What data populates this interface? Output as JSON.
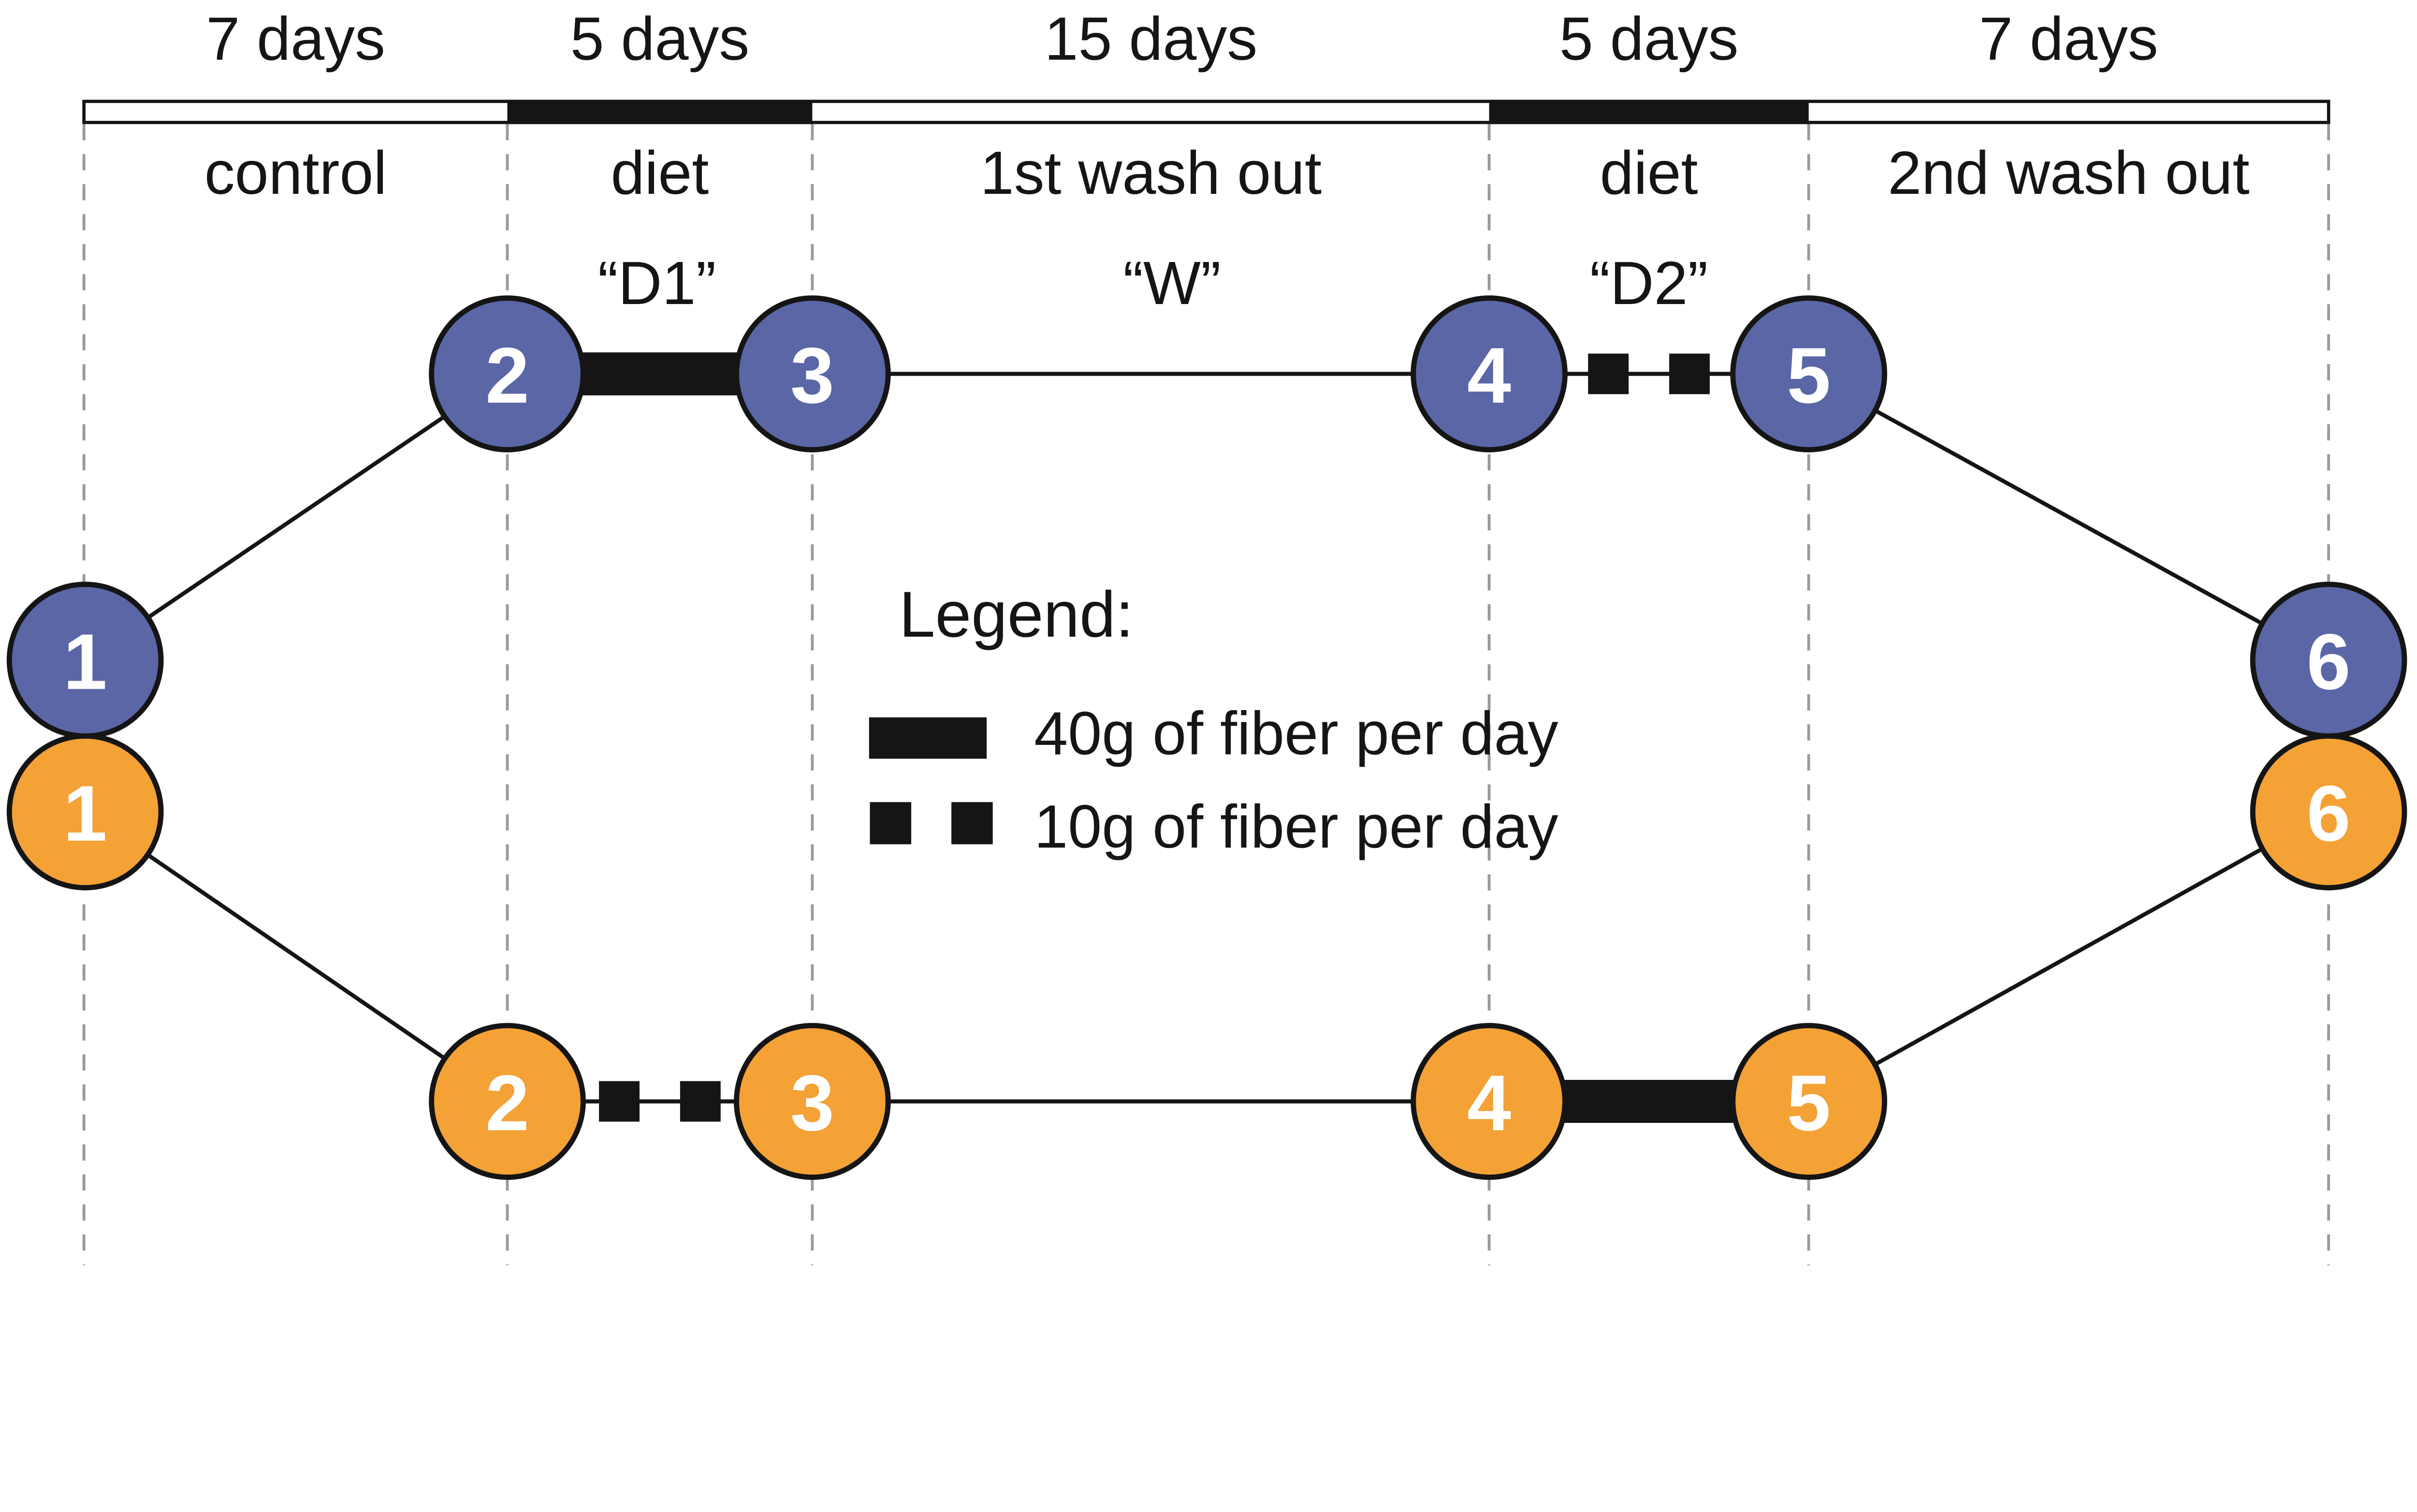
{
  "figure": {
    "type": "crossover-study-design-diagram",
    "description": "Two-arm crossover diet study timeline with numbered visits"
  },
  "timeline": {
    "segments": [
      {
        "duration": "7 days",
        "phase": "control",
        "bar_style": "open"
      },
      {
        "duration": "5 days",
        "phase": "diet",
        "bar_style": "filled"
      },
      {
        "duration": "15 days",
        "phase": "1st wash out",
        "bar_style": "open"
      },
      {
        "duration": "5 days",
        "phase": "diet",
        "bar_style": "filled"
      },
      {
        "duration": "7 days",
        "phase": "2nd wash out",
        "bar_style": "open"
      }
    ]
  },
  "conditions": {
    "d1": "“D1”",
    "w": "“W”",
    "d2": "“D2”"
  },
  "arms": {
    "top": {
      "color": "#5A66A6",
      "visits": [
        "1",
        "2",
        "3",
        "4",
        "5",
        "6"
      ],
      "fiber_between_visits": {
        "2_3": "40g",
        "4_5": "10g"
      }
    },
    "bottom": {
      "color": "#F4A136",
      "visits": [
        "1",
        "2",
        "3",
        "4",
        "5",
        "6"
      ],
      "fiber_between_visits": {
        "2_3": "10g",
        "4_5": "40g"
      }
    }
  },
  "legend": {
    "title": "Legend:",
    "items": [
      {
        "symbol": "solid-bar",
        "label": "40g of fiber per day"
      },
      {
        "symbol": "two-squares",
        "label": "10g of fiber per day"
      }
    ]
  },
  "colors": {
    "arm_top": "#5A66A6",
    "arm_bottom": "#F4A136",
    "ink": "#151515",
    "dash": "#9A9A9A",
    "paper": "#FFFFFF"
  }
}
